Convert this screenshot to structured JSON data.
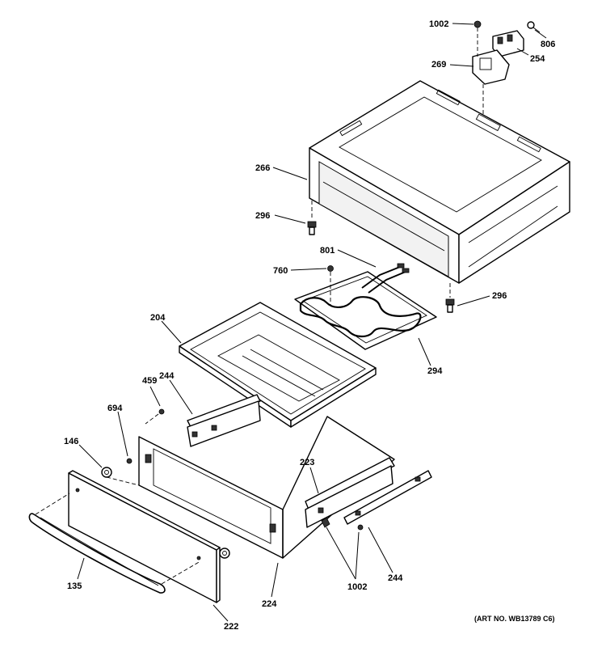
{
  "callouts": {
    "c1002_top": "1002",
    "c806": "806",
    "c254": "254",
    "c269": "269",
    "c266": "266",
    "c296_left": "296",
    "c801": "801",
    "c760": "760",
    "c296_right": "296",
    "c204": "204",
    "c294": "294",
    "c459": "459",
    "c244_top": "244",
    "c694": "694",
    "c146": "146",
    "c223": "223",
    "c135": "135",
    "c1002_bottom": "1002",
    "c244_bottom": "244",
    "c224": "224",
    "c222": "222"
  },
  "art_number": "(ART NO. WB13789 C6)"
}
